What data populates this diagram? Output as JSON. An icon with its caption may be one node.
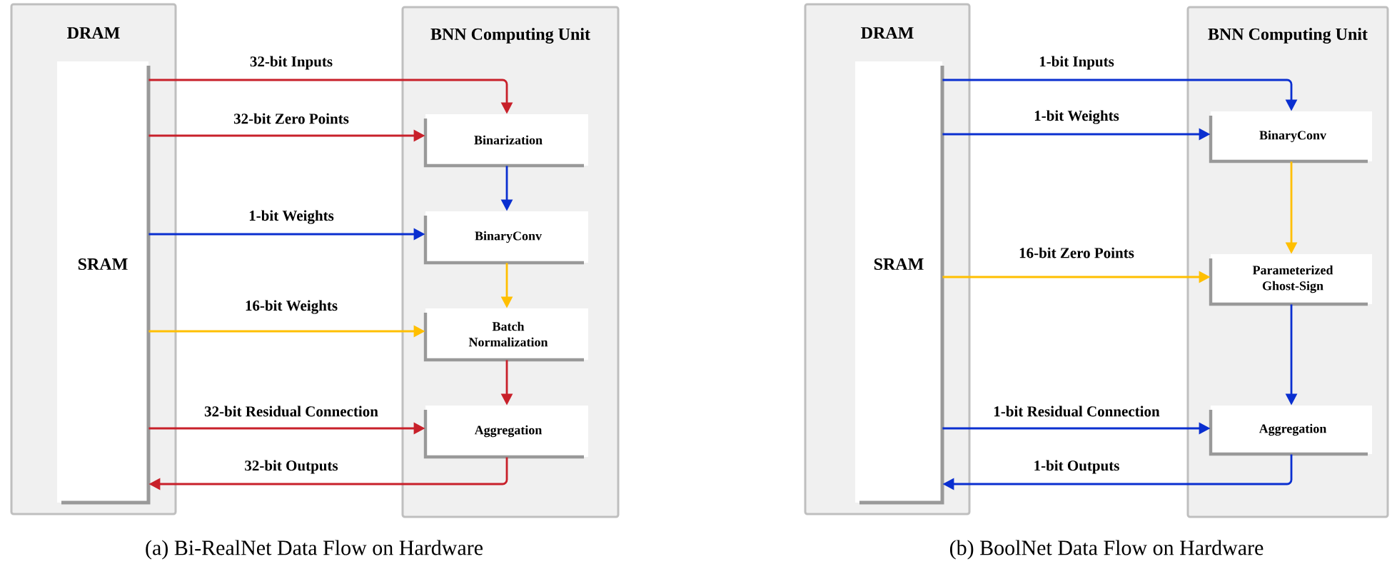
{
  "diagram": {
    "nodes": [
      {
        "text": [
          "DRAM"
        ]
      },
      {
        "text": [
          "SRAM"
        ],
        "in": 0
      },
      {
        "text": [
          "BNN Computing Unit"
        ]
      },
      {
        "text": [
          "Binarization"
        ],
        "in": 2
      },
      {
        "text": [
          "BinaryConv"
        ],
        "in": 2
      },
      {
        "text": [
          "Batch Normalization"
        ],
        "in": 2
      },
      {
        "text": [
          "Aggregation"
        ],
        "in": 2
      },
      {
        "text": [
          "DRAM"
        ]
      },
      {
        "text": [
          "SRAM"
        ],
        "in": 7
      },
      {
        "text": [
          "BNN Computing Unit"
        ]
      },
      {
        "text": [
          "BinaryConv"
        ],
        "in": 9
      },
      {
        "text": [
          "Parameterized Ghost-Sign"
        ],
        "in": 9
      },
      {
        "text": [
          "Aggregation"
        ],
        "in": 9
      }
    ],
    "edges": [
      {
        "from": 1,
        "to": 3,
        "arrow": "to",
        "label": "32-bit Inputs",
        "color": "#c8202a"
      },
      {
        "from": 1,
        "to": 3,
        "arrow": "to",
        "label": "32-bit Zero Points",
        "color": "#c8202a"
      },
      {
        "from": 3,
        "to": 4,
        "arrow": "to"
      },
      {
        "from": 1,
        "to": 4,
        "arrow": "to",
        "label": "1-bit Weights"
      },
      {
        "from": 4,
        "to": 5,
        "arrow": "to",
        "color": "#ffbf00"
      },
      {
        "from": 1,
        "to": 5,
        "arrow": "to",
        "label": "16-bit Weights",
        "color": "#ffbf00"
      },
      {
        "from": 5,
        "to": 6,
        "arrow": "to",
        "color": "#c8202a"
      },
      {
        "from": 1,
        "to": 6,
        "arrow": "to",
        "label": "32-bit Residual Connection",
        "color": "#c8202a"
      },
      {
        "from": 6,
        "to": 1,
        "arrow": "to",
        "label": "32-bit Outputs",
        "color": "#c8202a"
      },
      {
        "from": 8,
        "to": 10,
        "arrow": "to",
        "label": "1-bit Inputs"
      },
      {
        "from": 8,
        "to": 10,
        "arrow": "to",
        "label": "1-bit Weights"
      },
      {
        "from": 10,
        "to": 11,
        "arrow": "to",
        "color": "#ffbf00"
      },
      {
        "from": 8,
        "to": 11,
        "arrow": "to",
        "label": "16-bit Zero Points",
        "color": "#ffbf00"
      },
      {
        "from": 11,
        "to": 12,
        "arrow": "to"
      },
      {
        "from": 8,
        "to": 12,
        "arrow": "to",
        "label": "1-bit Residual Connection"
      },
      {
        "from": 12,
        "to": 8,
        "arrow": "to",
        "label": "1-bit Outputs"
      }
    ],
    "labels": [
      "(a) Bi-RealNet Data Flow on Hardware",
      "(b) BoolNet Data Flow on Hardware"
    ]
  }
}
